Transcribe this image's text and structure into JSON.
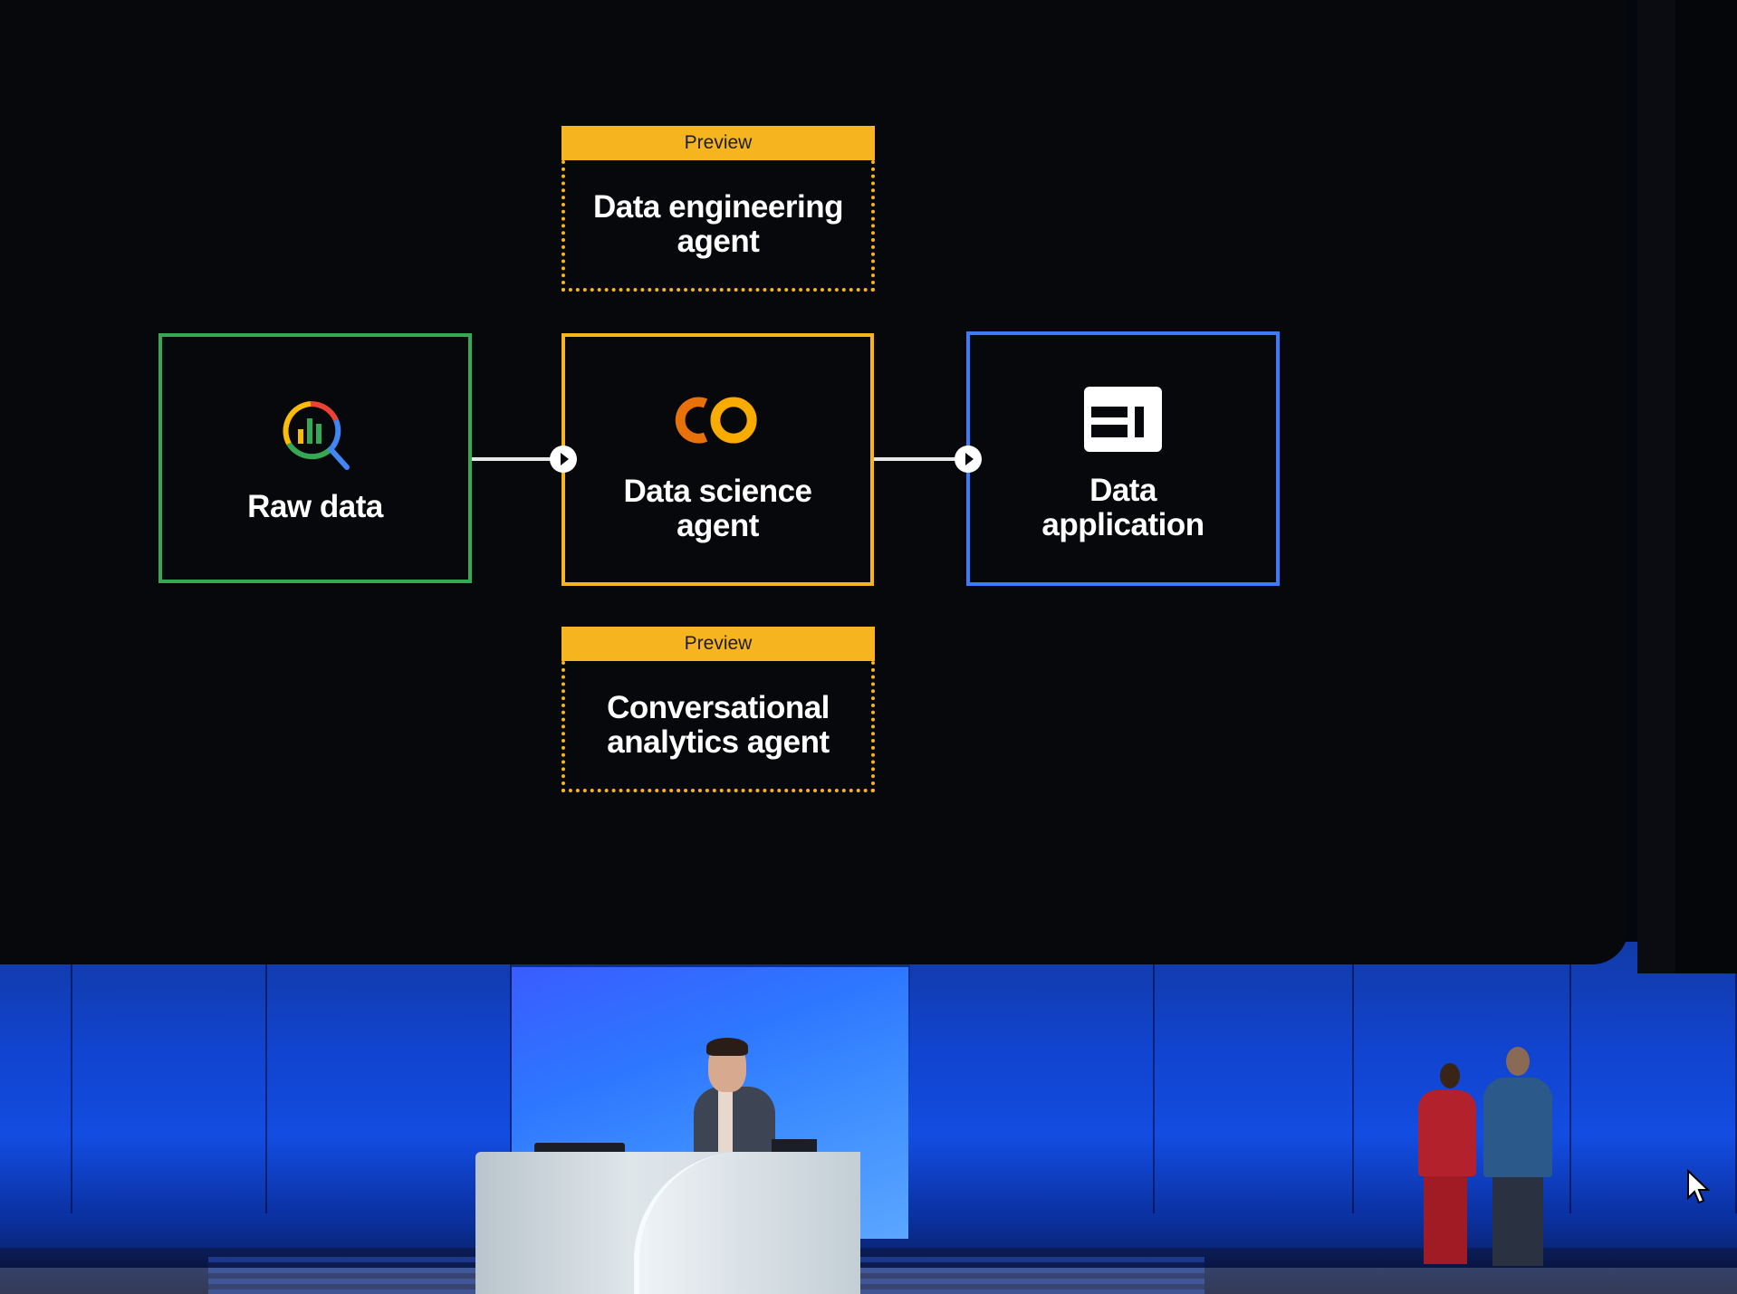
{
  "diagram": {
    "raw_data": {
      "label": "Raw data",
      "icon": "bigquery-icon"
    },
    "data_science": {
      "label_line1": "Data science",
      "label_line2": "agent",
      "icon": "colab-icon"
    },
    "data_application": {
      "label_line1": "Data",
      "label_line2": "application",
      "icon": "app-layout-icon"
    },
    "preview_top": {
      "tag": "Preview",
      "label_line1": "Data engineering",
      "label_line2": "agent"
    },
    "preview_bottom": {
      "tag": "Preview",
      "label_line1": "Conversational",
      "label_line2": "analytics agent"
    }
  },
  "colors": {
    "green": "#34a853",
    "amber": "#f6b51e",
    "blue": "#3b7cff",
    "screen_bg": "#07080c"
  }
}
